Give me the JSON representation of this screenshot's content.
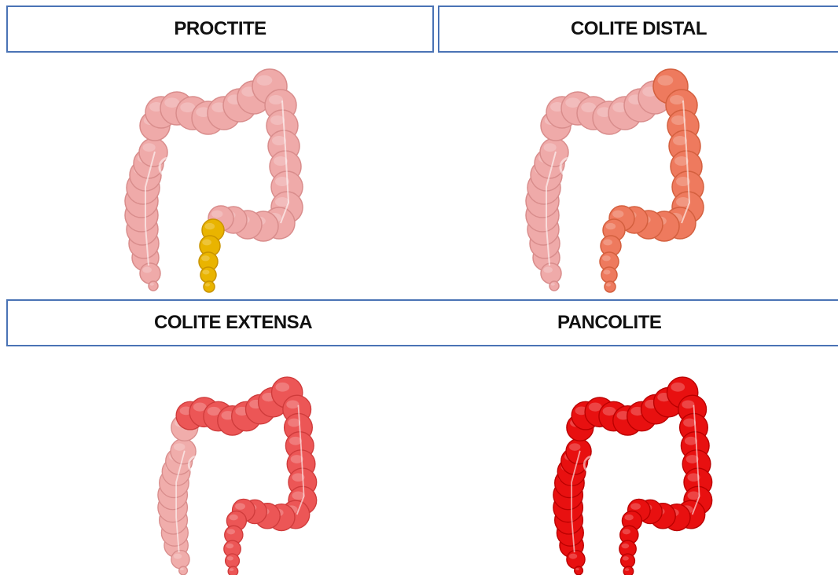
{
  "panels": {
    "proctite": {
      "label": "PROCTITE",
      "colors": {
        "healthy": "#efaaa9",
        "healthy_shade": "#d98d8c",
        "affected": "#e9b400",
        "affected_shade": "#c99400"
      }
    },
    "colite_distal": {
      "label": "COLITE DISTAL",
      "colors": {
        "healthy": "#efaaa9",
        "healthy_shade": "#d98d8c",
        "affected": "#ee7a5e",
        "affected_shade": "#d4603f"
      }
    },
    "colite_extensa": {
      "label": "COLITE  EXTENSA",
      "colors": {
        "healthy": "#f0adab",
        "healthy_shade": "#d98d8c",
        "affected": "#ec5656",
        "affected_shade": "#cf3b3b"
      }
    },
    "pancolite": {
      "label": "PANCOLITE",
      "colors": {
        "healthy": "#e81010",
        "healthy_shade": "#b90000",
        "affected": "#e81010",
        "affected_shade": "#b90000"
      }
    }
  },
  "accent_border_color": "#4a73b5"
}
